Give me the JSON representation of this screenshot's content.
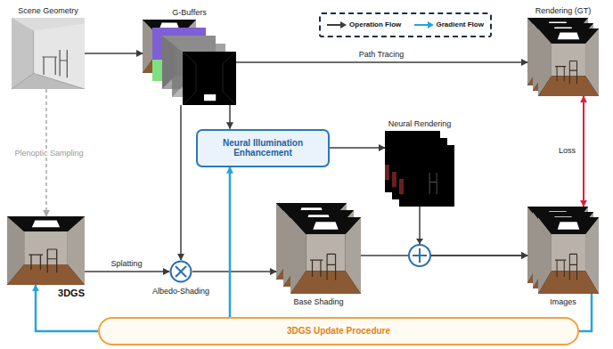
{
  "diagram": {
    "nodes": [
      {
        "text": [
          "Scene Geometry"
        ]
      },
      {
        "text": [
          "G-Buffers"
        ]
      },
      {
        "text": [
          "Rendering (GT)"
        ]
      },
      {
        "text": [
          "Neural Illumination Enhancement"
        ]
      },
      {
        "text": [
          "Neural Rendering"
        ]
      },
      {
        "text": [
          "3DGS"
        ]
      },
      {
        "text": [
          "Albedo-Shading"
        ]
      },
      {
        "text": [
          "Base Shading"
        ]
      },
      {
        "text": [
          "Images"
        ]
      },
      {
        "text": [
          "3DGS Update Procedure"
        ]
      }
    ],
    "edges": [
      {
        "from": 0,
        "to": 1,
        "arrow": "to"
      },
      {
        "from": 1,
        "to": 2,
        "label": "Path Tracing",
        "arrow": "to"
      },
      {
        "from": 1,
        "to": 3,
        "arrow": "to"
      },
      {
        "from": 3,
        "to": 4,
        "arrow": "to"
      },
      {
        "from": 0,
        "to": 5,
        "label": "Plenoptic Sampling",
        "arrow": "to"
      },
      {
        "from": 5,
        "to": 6,
        "label": "Splatting",
        "arrow": "to"
      },
      {
        "from": 1,
        "to": 6,
        "arrow": "to"
      },
      {
        "from": 6,
        "to": 7,
        "arrow": "to"
      },
      {
        "from": 7,
        "to": 8,
        "arrow": "to"
      },
      {
        "from": 4,
        "to": 8,
        "arrow": "to"
      },
      {
        "from": 2,
        "to": 8,
        "label": "Loss",
        "arrow": "both"
      },
      {
        "from": 8,
        "to": 9,
        "arrow": "none"
      },
      {
        "from": 9,
        "to": 3,
        "arrow": "to"
      },
      {
        "from": 9,
        "to": 5,
        "arrow": "to"
      }
    ],
    "legend": [
      {
        "text": "Operation Flow"
      },
      {
        "text": "Gradient Flow"
      }
    ]
  }
}
